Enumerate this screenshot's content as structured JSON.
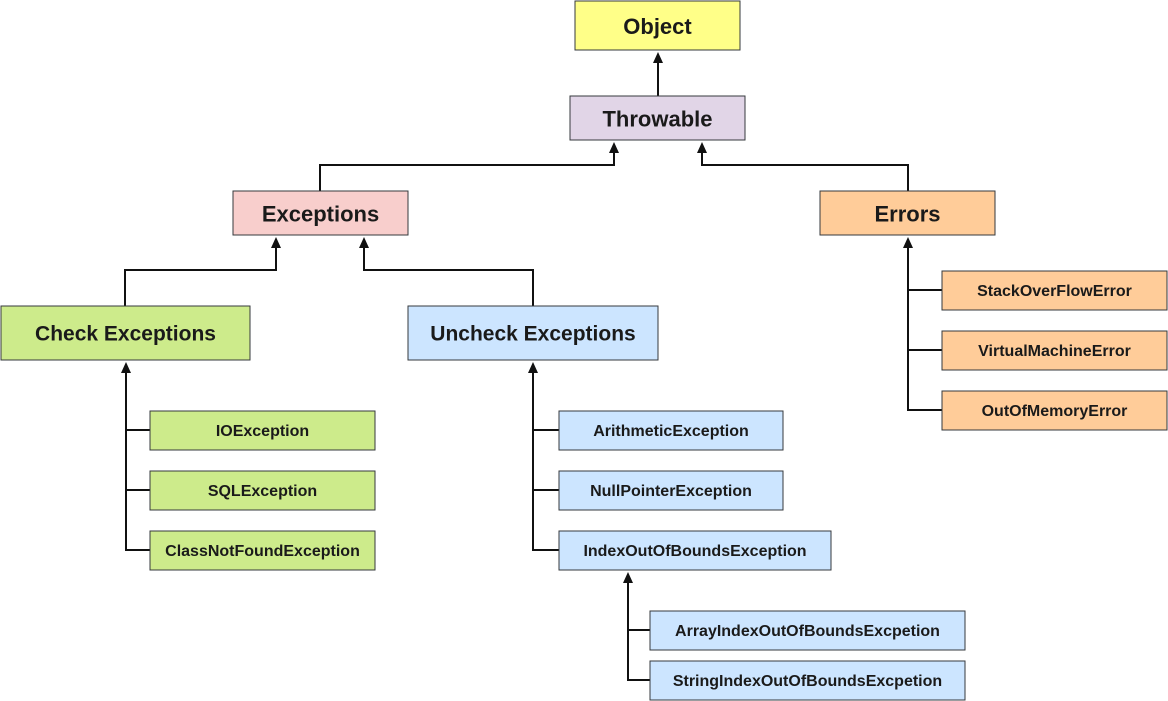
{
  "colors": {
    "object": "#ffff88",
    "throwable": "#e1d5e7",
    "exceptions": "#f8cecc",
    "errors": "#ffcc99",
    "checked": "#cdeb8b",
    "unchecked": "#cce5ff",
    "border": "#36393d",
    "line": "#111111"
  },
  "nodes": {
    "object": "Object",
    "throwable": "Throwable",
    "exceptions": "Exceptions",
    "errors": "Errors",
    "check_exceptions": "Check Exceptions",
    "uncheck_exceptions": "Uncheck Exceptions",
    "io_exception": "IOException",
    "sql_exception": "SQLException",
    "class_not_found_exception": "ClassNotFoundException",
    "arithmetic_exception": "ArithmeticException",
    "null_pointer_exception": "NullPointerException",
    "index_out_of_bounds_exception": "IndexOutOfBoundsException",
    "array_index_out_of_bounds": "ArrayIndexOutOfBoundsExcpetion",
    "string_index_out_of_bounds": "StringIndexOutOfBoundsExcpetion",
    "stack_overflow_error": "StackOverFlowError",
    "virtual_machine_error": "VirtualMachineError",
    "out_of_memory_error": "OutOfMemoryError"
  }
}
